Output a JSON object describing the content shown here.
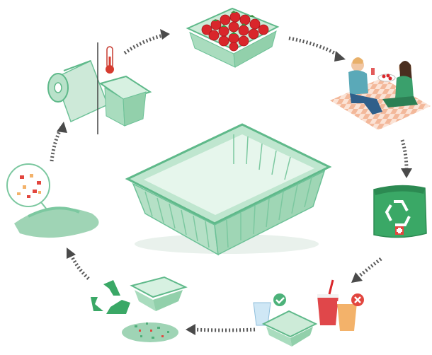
{
  "diagram": {
    "stages": [
      {
        "id": "thermoforming",
        "icon": "thermometer-icon"
      },
      {
        "id": "packed-strawberries",
        "icon": "strawberry-tray-icon"
      },
      {
        "id": "consumption",
        "icon": "picnic-icon"
      },
      {
        "id": "collection",
        "icon": "recycle-bag-icon"
      },
      {
        "id": "sorting",
        "icon": "sorting-icon"
      },
      {
        "id": "shredding",
        "icon": "recycle-arrows-icon"
      },
      {
        "id": "flakes",
        "icon": "flakes-icon"
      }
    ],
    "center": {
      "icon": "plastic-tray-icon"
    },
    "colors": {
      "green_dark": "#3a9a6a",
      "green_mid": "#7fcca0",
      "green_light": "#d8f0e2",
      "arrow": "#5a5a5a",
      "strawberry": "#d9262b",
      "check": "#4db27a",
      "cross": "#e2463f"
    }
  }
}
